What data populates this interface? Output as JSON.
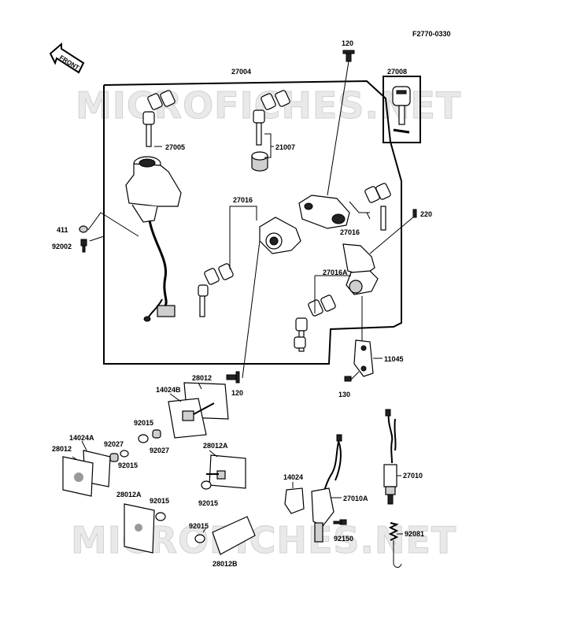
{
  "drawing_code": "F2770-0330",
  "front_label": "FRONT",
  "watermark_top": "MICROFICHES.NET",
  "watermark_bottom": "MICROFICHES.NET",
  "part_labels": {
    "p120_top": "120",
    "p27004": "27004",
    "p27008": "27008",
    "p27005": "27005",
    "p21007": "21007",
    "p27016_left": "27016",
    "p27016_right": "27016",
    "p220": "220",
    "p411": "411",
    "p92002": "92002",
    "p27016A": "27016A",
    "p11045": "11045",
    "p130": "130",
    "p28012_center": "28012",
    "p14024B": "14024B",
    "p120_bottom": "120",
    "p92015_a": "92015",
    "p92027_a": "92027",
    "p14024A": "14024A",
    "p92027_b": "92027",
    "p28012_left": "28012",
    "p92015_b": "92015",
    "p28012A_right": "28012A",
    "p92015_c": "92015",
    "p28012A_left": "28012A",
    "p92015_d": "92015",
    "p92015_e": "92015",
    "p28012B": "28012B",
    "p14024": "14024",
    "p27010A": "27010A",
    "p92150": "92150",
    "p27010": "27010",
    "p92081": "92081"
  }
}
